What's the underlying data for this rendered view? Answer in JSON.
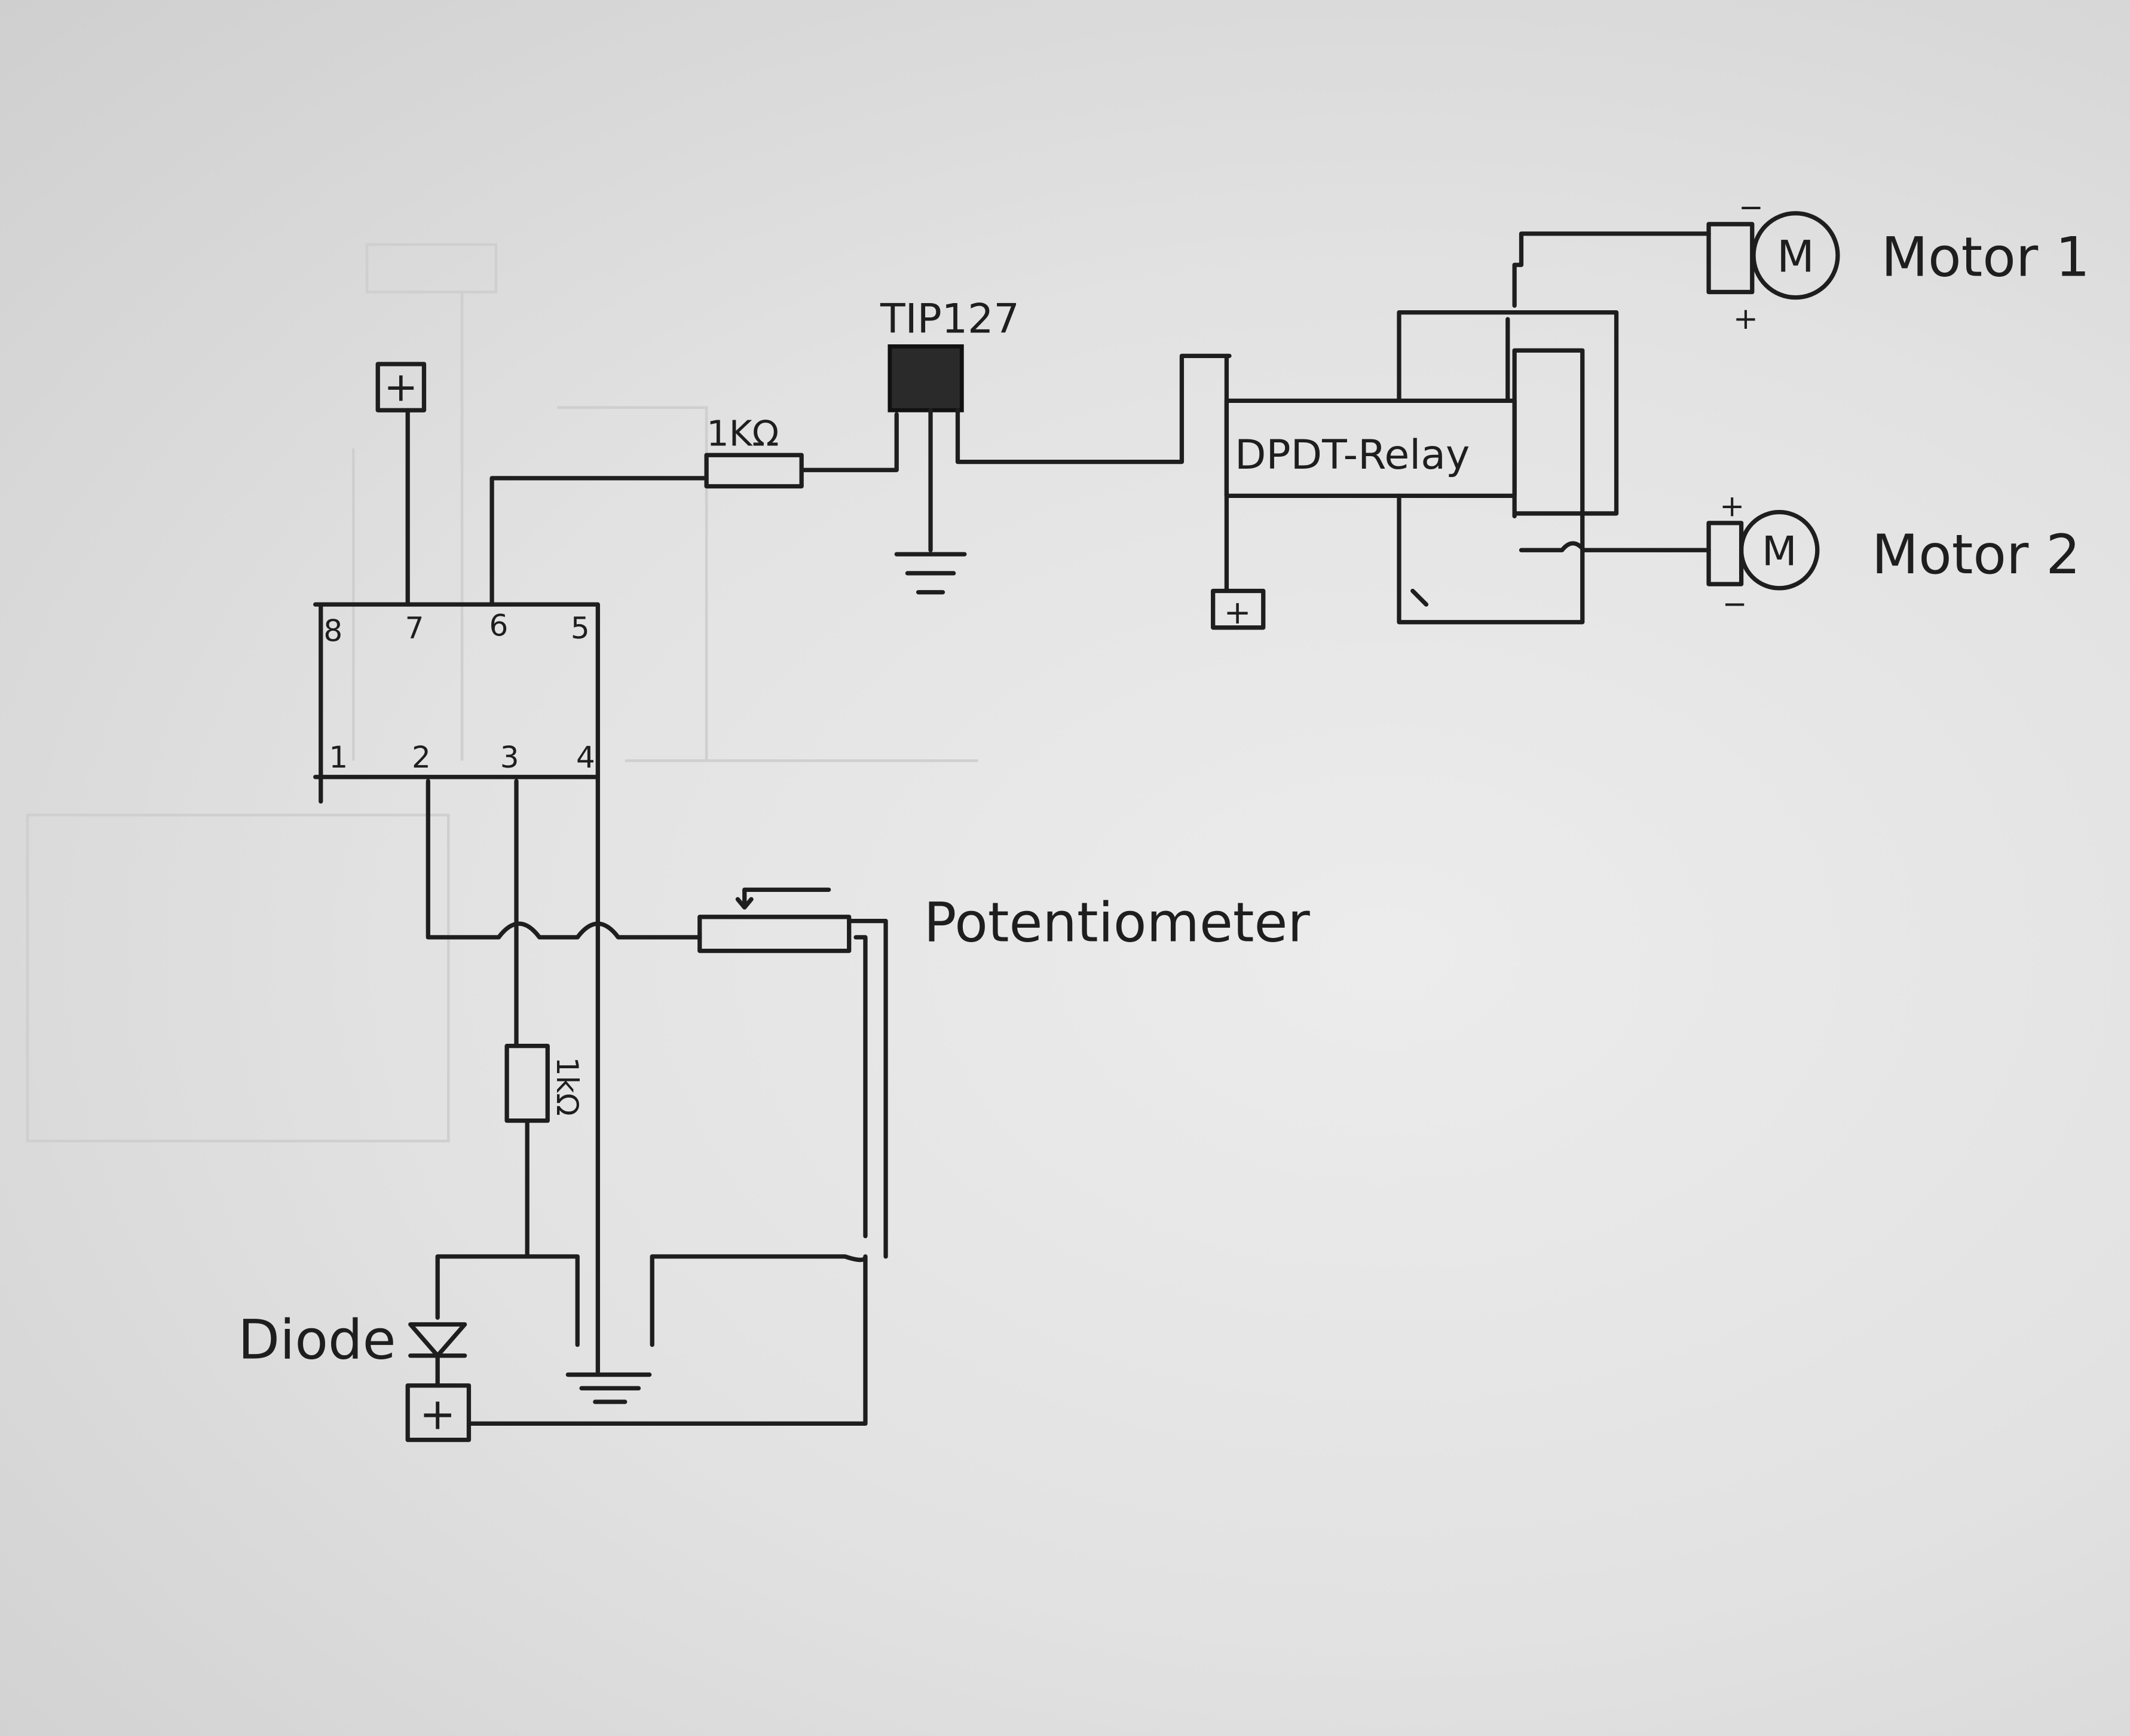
{
  "labels": {
    "ic_top_pins": [
      "8",
      "7",
      "6",
      "5"
    ],
    "ic_bottom_pins": [
      "1",
      "2",
      "3",
      "4"
    ],
    "resistor_1": "1KΩ",
    "transistor": "TIP127",
    "relay": "DPDT-Relay",
    "motor_1": "Motor 1",
    "motor_2": "Motor 2",
    "motor_symbol": "M",
    "potentiometer": "Potentiometer",
    "resistor_2": "1kΩ",
    "diode": "Diode",
    "plus": "+",
    "minus": "−"
  },
  "colors": {
    "ink": "#1e1e1e",
    "paper": "#e4e4e4"
  }
}
